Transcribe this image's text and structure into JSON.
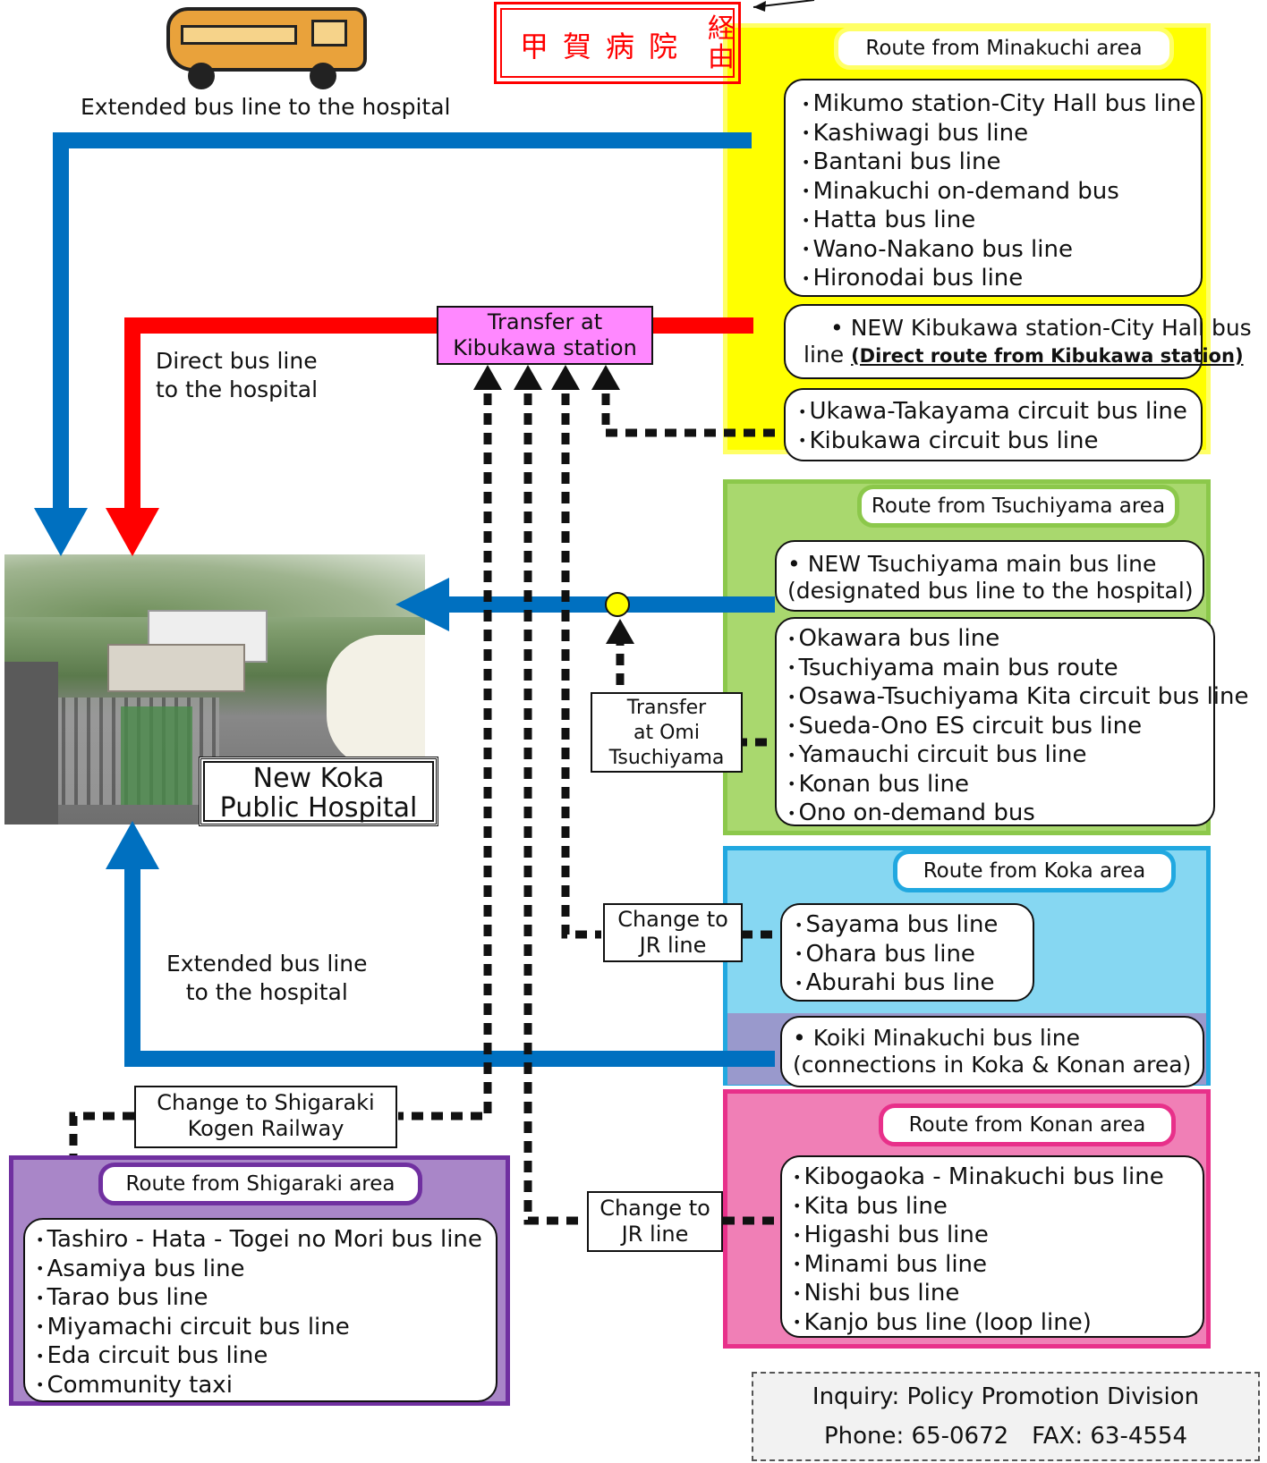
{
  "colors": {
    "blue": "#0070c0",
    "red": "#ff0000",
    "yellow": "#ffff00",
    "green": "#a9d86e",
    "cyan": "#86d7f2",
    "lavender": "#9999cc",
    "pink": "#f07fb6",
    "purple": "#a986c8",
    "pink_node": "#ff88ff",
    "dot": "#ffff00"
  },
  "top": {
    "bus_icon": "bus-icon",
    "stamp_text": "甲賀病院",
    "stamp_small": "経由",
    "bus_caption": "Extended bus line to the hospital"
  },
  "minakuchi": {
    "title": "Route from Minakuchi area",
    "lines": [
      "Mikumo station-City Hall bus line",
      "Kashiwagi bus line",
      "Bantani bus line",
      "Minakuchi on-demand bus",
      "Hatta bus line",
      "Wano-Nakano bus line",
      "Hironodai bus line"
    ],
    "new_line_1": "NEW Kibukawa station-City Hall bus",
    "new_line_2": "line",
    "new_line_emph": "(Direct route from Kibukawa station)",
    "circuit_lines": [
      "Ukawa-Takayama circuit bus line",
      "Kibukawa circuit bus line"
    ]
  },
  "transfer_kibukawa": {
    "line1": "Transfer at",
    "line2": "Kibukawa station"
  },
  "direct_label": {
    "line1": "Direct bus line",
    "line2": "to the hospital"
  },
  "tsuchiyama": {
    "title": "Route from Tsuchiyama area",
    "new_line_1": "NEW Tsuchiyama main bus line",
    "new_line_2": "(designated bus line to the hospital)",
    "lines": [
      "Okawara bus line",
      "Tsuchiyama main bus route",
      "Osawa-Tsuchiyama Kita circuit bus line",
      "Sueda-Ono ES circuit bus line",
      "Yamauchi circuit bus line",
      "Konan bus line",
      "Ono on-demand bus"
    ]
  },
  "transfer_omi": {
    "line1": "Transfer",
    "line2": "at Omi",
    "line3": "Tsuchiyama"
  },
  "hospital": {
    "line1": "New Koka",
    "line2": "Public Hospital"
  },
  "koka": {
    "title": "Route from Koka area",
    "lines": [
      "Sayama bus line",
      "Ohara bus line",
      "Aburahi bus line"
    ],
    "koiki_1": "Koiki Minakuchi bus line",
    "koiki_2": "(connections in Koka & Konan area)"
  },
  "change_jr_1": {
    "line1": "Change to",
    "line2": "JR line"
  },
  "extended_label": {
    "line1": "Extended bus line",
    "line2": "to the hospital"
  },
  "change_shigaraki": {
    "line1": "Change to Shigaraki",
    "line2": "Kogen Railway"
  },
  "shigaraki": {
    "title": "Route from Shigaraki area",
    "lines": [
      "Tashiro - Hata - Togei no Mori bus line",
      "Asamiya bus line",
      "Tarao bus line",
      "Miyamachi circuit bus line",
      "Eda circuit bus line",
      "Community taxi"
    ]
  },
  "change_jr_2": {
    "line1": "Change to",
    "line2": "JR line"
  },
  "konan": {
    "title": "Route from Konan area",
    "lines": [
      "Kibogaoka - Minakuchi bus line",
      "Kita bus line",
      "Higashi bus line",
      "Minami bus line",
      "Nishi bus line",
      "Kanjo bus line (loop line)"
    ]
  },
  "inquiry": {
    "line1": "Inquiry: Policy Promotion Division",
    "line2": "Phone: 65-0672　FAX: 63-4554"
  }
}
